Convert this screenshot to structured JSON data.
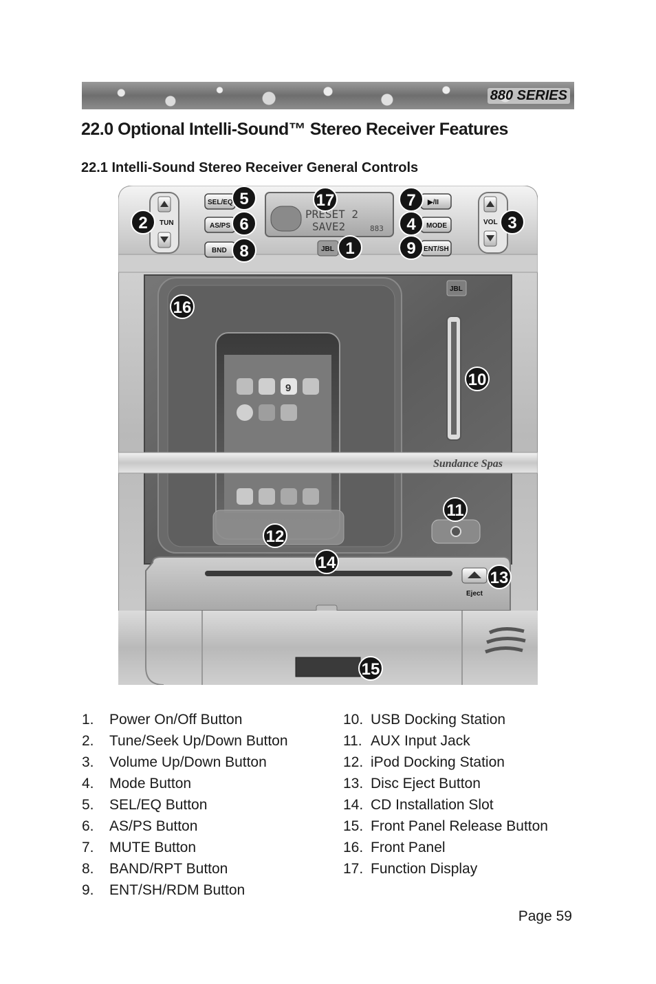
{
  "header": {
    "series": "880 SERIES"
  },
  "section": {
    "title": "22.0  Optional Intelli-Sound™ Stereo Receiver Features",
    "subtitle": "22.1  Intelli-Sound Stereo Receiver General Controls"
  },
  "figure": {
    "buttons": {
      "sel_eq": "SEL/EQ",
      "as_ps": "AS/PS",
      "bnd": "BND",
      "play_pause": "▶/II",
      "mode": "MODE",
      "ent_sh": "ENT/SH",
      "tun": "TUN",
      "vol": "VOL",
      "eject": "Eject"
    },
    "display": {
      "line1": "PRESET 2",
      "line2": "SAVE2",
      "freq": "883"
    },
    "brand_jbl": "JBL",
    "brand_sundance": "Sundance Spas",
    "ipod": {
      "calendar_day": "9"
    },
    "callouts": [
      "1",
      "2",
      "3",
      "4",
      "5",
      "6",
      "7",
      "8",
      "9",
      "10",
      "11",
      "12",
      "13",
      "14",
      "15",
      "16",
      "17"
    ]
  },
  "legend_left": [
    {
      "num": "1.",
      "label": "Power On/Off Button"
    },
    {
      "num": "2.",
      "label": "Tune/Seek Up/Down Button"
    },
    {
      "num": "3.",
      "label": "Volume Up/Down Button"
    },
    {
      "num": "4.",
      "label": "Mode Button"
    },
    {
      "num": "5.",
      "label": "SEL/EQ Button"
    },
    {
      "num": "6.",
      "label": "AS/PS Button"
    },
    {
      "num": "7.",
      "label": "MUTE Button"
    },
    {
      "num": "8.",
      "label": "BAND/RPT Button"
    },
    {
      "num": "9.",
      "label": "ENT/SH/RDM Button"
    }
  ],
  "legend_right": [
    {
      "num": "10.",
      "label": "USB Docking Station"
    },
    {
      "num": "11.",
      "label": "AUX Input Jack"
    },
    {
      "num": "12.",
      "label": "iPod Docking Station"
    },
    {
      "num": "13.",
      "label": "Disc Eject Button"
    },
    {
      "num": "14.",
      "label": "CD Installation Slot"
    },
    {
      "num": "15.",
      "label": "Front Panel Release Button"
    },
    {
      "num": "16.",
      "label": "Front Panel"
    },
    {
      "num": "17.",
      "label": "Function Display"
    }
  ],
  "footer": {
    "page": "Page 59"
  }
}
